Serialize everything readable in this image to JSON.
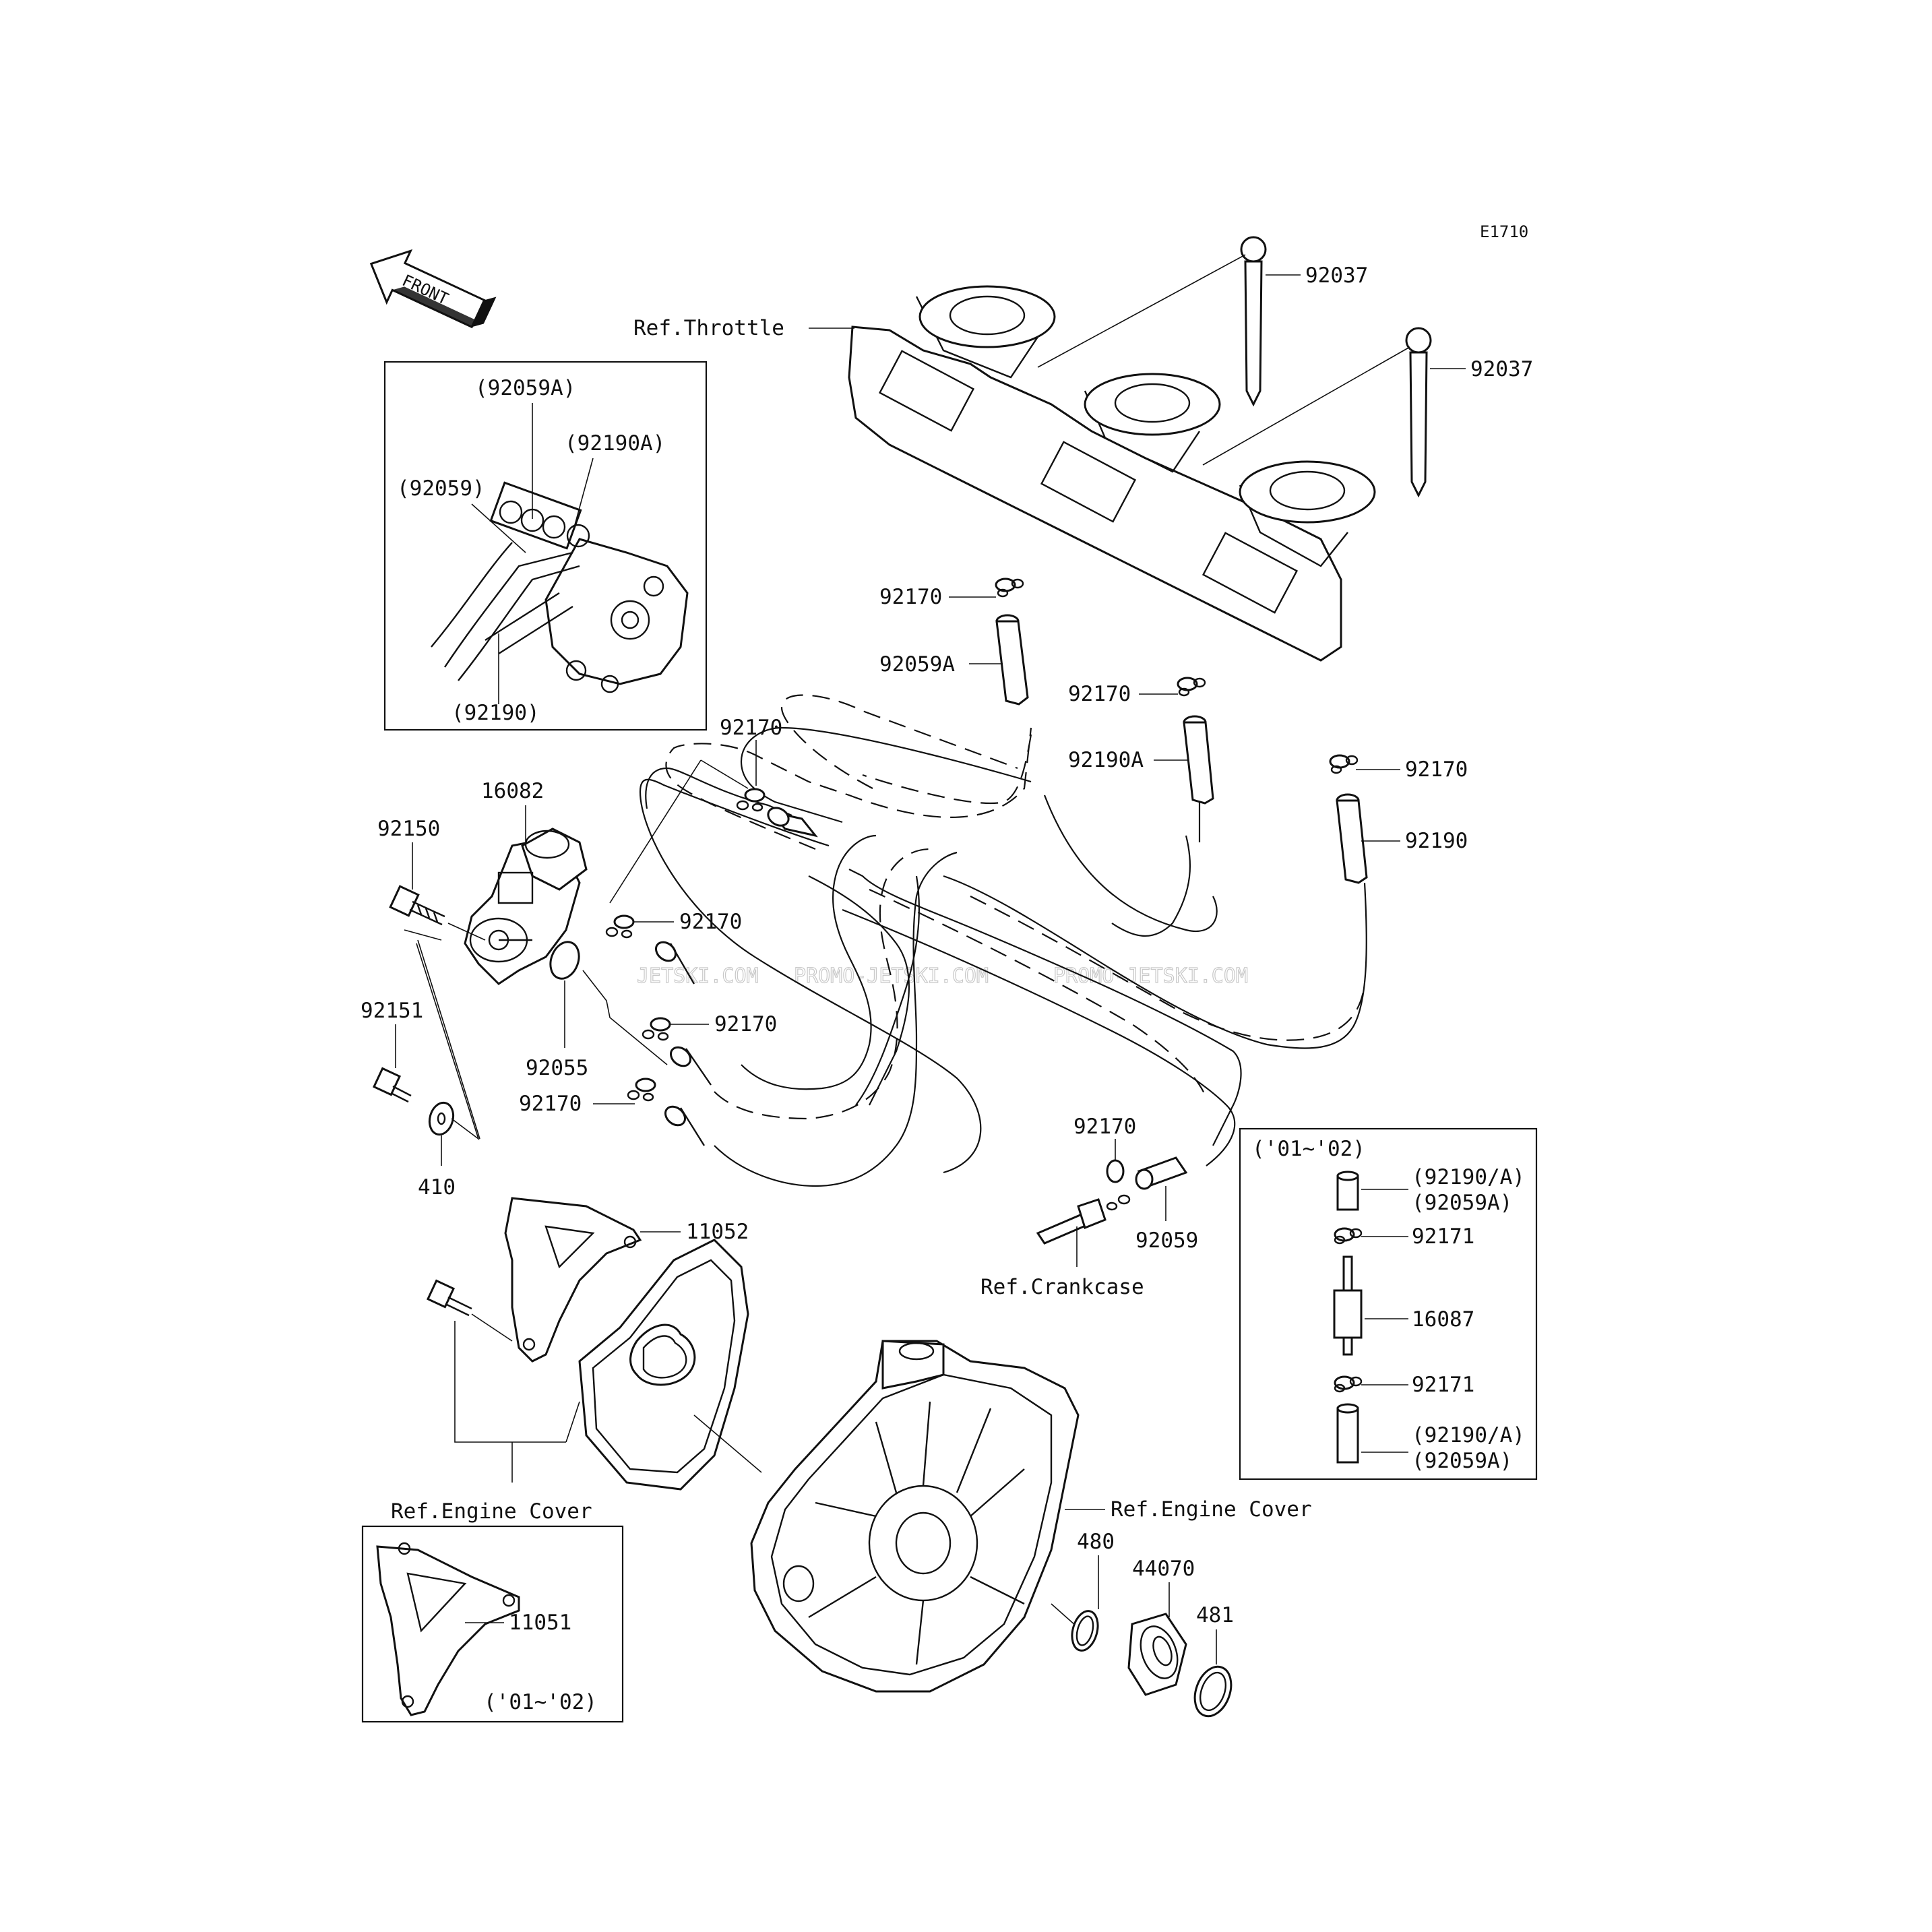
{
  "diagram_code": "E1710",
  "front_arrow_label": "FRONT",
  "watermarks": [
    "JETSKI.COM",
    "PROMO-JETSKI.COM",
    "PROMO-JETSKI.COM"
  ],
  "inset_hoses": {
    "labels": [
      "(92059A)",
      "(92190A)",
      "(92059)",
      "(92190)"
    ]
  },
  "inset_check_valve": {
    "year_range": "('01~'02)",
    "labels": [
      "(92190/A)",
      "(92059A)",
      "92171",
      "16087",
      "92171",
      "(92190/A)",
      "(92059A)"
    ]
  },
  "inset_bracket": {
    "part": "11051",
    "year_range": "('01~'02)"
  },
  "refs": {
    "throttle": "Ref.Throttle",
    "crankcase": "Ref.Crankcase",
    "engine_cover_left": "Ref.Engine Cover",
    "engine_cover_right": "Ref.Engine Cover"
  },
  "part_labels": {
    "p92037_top": "92037",
    "p92037_bottom": "92037",
    "p92170_a": "92170",
    "p92059A": "92059A",
    "p92170_b": "92170",
    "p92190A": "92190A",
    "p92170_c": "92170",
    "p92190": "92190",
    "p92170_d": "92170",
    "p16082": "16082",
    "p92150": "92150",
    "p92170_e": "92170",
    "p92170_f": "92170",
    "p92151": "92151",
    "p92055": "92055",
    "p92170_g": "92170",
    "p410": "410",
    "p92170_h": "92170",
    "p92059": "92059",
    "p11052": "11052",
    "p480": "480",
    "p44070": "44070",
    "p481": "481"
  }
}
